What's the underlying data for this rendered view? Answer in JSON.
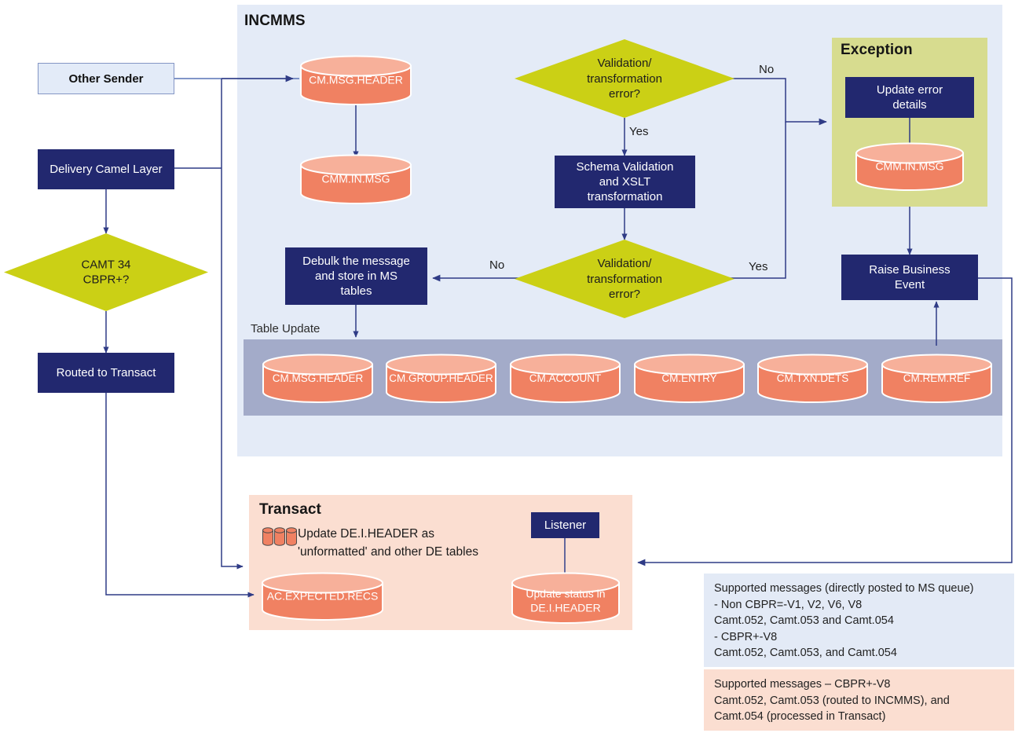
{
  "containers": {
    "incmms": {
      "title": "INCMMS"
    },
    "exception": {
      "title": "Exception"
    },
    "transact": {
      "title": "Transact"
    },
    "table_update": {
      "label": "Table Update"
    }
  },
  "nodes": {
    "other_sender": "Other Sender",
    "delivery_camel_layer": "Delivery  Camel Layer",
    "camt_decision": "CAMT 34\nCBPR+?",
    "routed_to_transact": "Routed to Transact",
    "cm_msg_header_top": "CM.MSG.HEADER",
    "cmm_in_msg_top": "CMM.IN.MSG",
    "validation_decision_1": "Validation/\ntransformation\nerror?",
    "schema_validation": "Schema Validation\nand XSLT\ntransformation",
    "validation_decision_2": "Validation/\ntransformation\nerror?",
    "debulk": "Debulk the message\nand store in MS\ntables",
    "update_error_details": "Update error\ndetails",
    "cmm_in_msg_exception": "CMM.IN.MSG",
    "raise_business_event": "Raise Business\nEvent",
    "listener": "Listener",
    "update_status": "Update status in\nDE.I.HEADER",
    "ac_expected_recs": "AC.EXPECTED.RECS",
    "transact_note": "Update DE.I.HEADER as\n'unformatted' and other DE tables"
  },
  "table_update_cylinders": [
    "CM.MSG.HEADER",
    "CM.GROUP.HEADER",
    "CM.ACCOUNT",
    "CM.ENTRY",
    "CM.TXN.DETS",
    "CM.REM.REF"
  ],
  "edge_labels": {
    "no_top": "No",
    "yes_top": "Yes",
    "no_bottom": "No",
    "yes_bottom": "Yes"
  },
  "notes": {
    "blue": "Supported messages (directly posted to MS queue)\n- Non CBPR=-V1, V2, V6, V8\n   Camt.052, Camt.053 and Camt.054\n - CBPR+-V8\n   Camt.052, Camt.053, and Camt.054",
    "peach": "Supported messages – CBPR+-V8\nCamt.052, Camt.053 (routed to INCMMS), and\nCamt.054 (processed in Transact)"
  },
  "colors": {
    "navy": "#22286f",
    "olive": "#cbd015",
    "olive_container": "#d7dc8f",
    "cylinder": "#f08162",
    "cylinder_top": "#f7b09a",
    "incmms_bg": "#e4ebf7",
    "transact_bg": "#fbded1",
    "band_bg": "#a3abc9",
    "line": "#2f3b86"
  }
}
